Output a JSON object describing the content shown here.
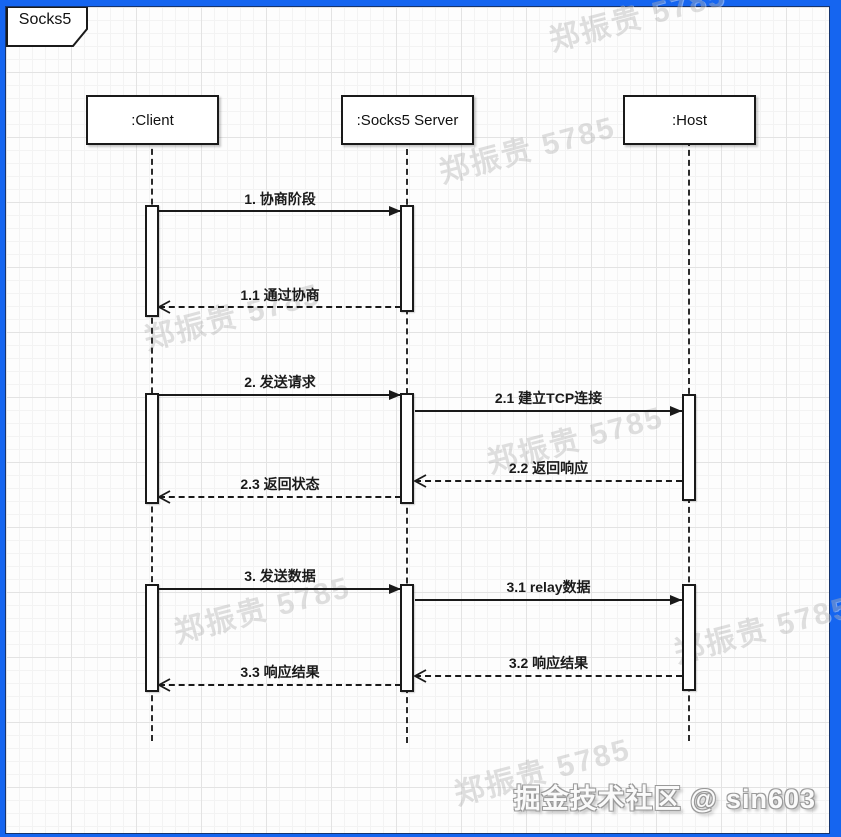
{
  "frame": {
    "label": "Socks5"
  },
  "participants": [
    {
      "id": "client",
      "label": ":Client"
    },
    {
      "id": "server",
      "label": ":Socks5 Server"
    },
    {
      "id": "host",
      "label": ":Host"
    }
  ],
  "messages": [
    {
      "seq": "1",
      "label": "1. 协商阶段",
      "from": ":Client",
      "to": ":Socks5 Server",
      "type": "sync"
    },
    {
      "seq": "1.1",
      "label": "1.1 通过协商",
      "from": ":Socks5 Server",
      "to": ":Client",
      "type": "return"
    },
    {
      "seq": "2",
      "label": "2. 发送请求",
      "from": ":Client",
      "to": ":Socks5 Server",
      "type": "sync"
    },
    {
      "seq": "2.1",
      "label": "2.1 建立TCP连接",
      "from": ":Socks5 Server",
      "to": ":Host",
      "type": "sync"
    },
    {
      "seq": "2.2",
      "label": "2.2 返回响应",
      "from": ":Host",
      "to": ":Socks5 Server",
      "type": "return"
    },
    {
      "seq": "2.3",
      "label": "2.3 返回状态",
      "from": ":Socks5 Server",
      "to": ":Client",
      "type": "return"
    },
    {
      "seq": "3",
      "label": "3. 发送数据",
      "from": ":Client",
      "to": ":Socks5 Server",
      "type": "sync"
    },
    {
      "seq": "3.1",
      "label": "3.1 relay数据",
      "from": ":Socks5 Server",
      "to": ":Host",
      "type": "sync"
    },
    {
      "seq": "3.2",
      "label": "3.2 响应结果",
      "from": ":Host",
      "to": ":Socks5 Server",
      "type": "return"
    },
    {
      "seq": "3.3",
      "label": "3.3 响应结果",
      "from": ":Socks5 Server",
      "to": ":Client",
      "type": "return"
    }
  ],
  "watermark": {
    "text": "郑振贵 5785"
  },
  "credit": {
    "text": "掘金技术社区 @ sin603"
  },
  "colors": {
    "frame_border": "#1565f0",
    "line": "#1a1a1a",
    "grid": "#e3e3e3"
  }
}
